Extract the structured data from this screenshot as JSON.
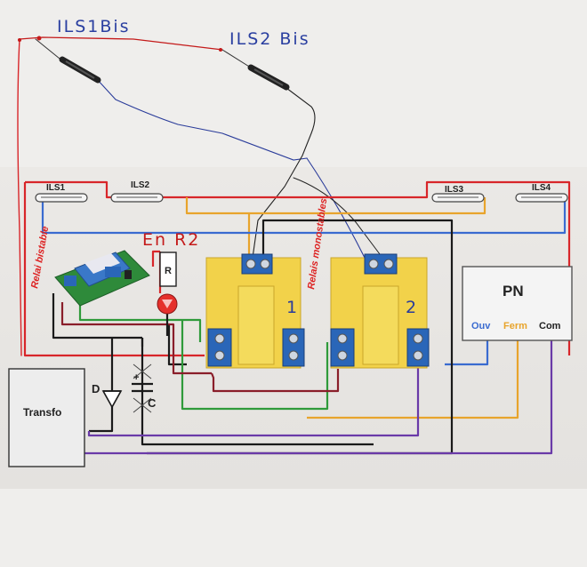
{
  "handwritten": {
    "ils1bis": "ILS1Bis",
    "ils2bis": "ILS2 Bis",
    "relay1_num": "1",
    "relay2_num": "2",
    "en_r2": "En R2"
  },
  "switches": {
    "ils1": "ILS1",
    "ils2": "ILS2",
    "ils3": "ILS3",
    "ils4": "ILS4"
  },
  "labels": {
    "relai_bistable": "Relai bistable",
    "relais_monostables": "Relais monostables",
    "resistor": "R",
    "diode": "D",
    "capacitor": "C",
    "cap_plus": "+",
    "transfo": "Transfo",
    "pn": "PN",
    "ouv": "Ouv",
    "ferm": "Ferm",
    "com": "Com"
  },
  "colors": {
    "red": "#d8262a",
    "orange": "#e8a42c",
    "blue": "#3a6bd0",
    "black": "#1a1a1a",
    "green": "#2f9a3a",
    "purple": "#6a3aa8",
    "yellow": "#f2d24a",
    "terminal_blue": "#2a66b8"
  }
}
